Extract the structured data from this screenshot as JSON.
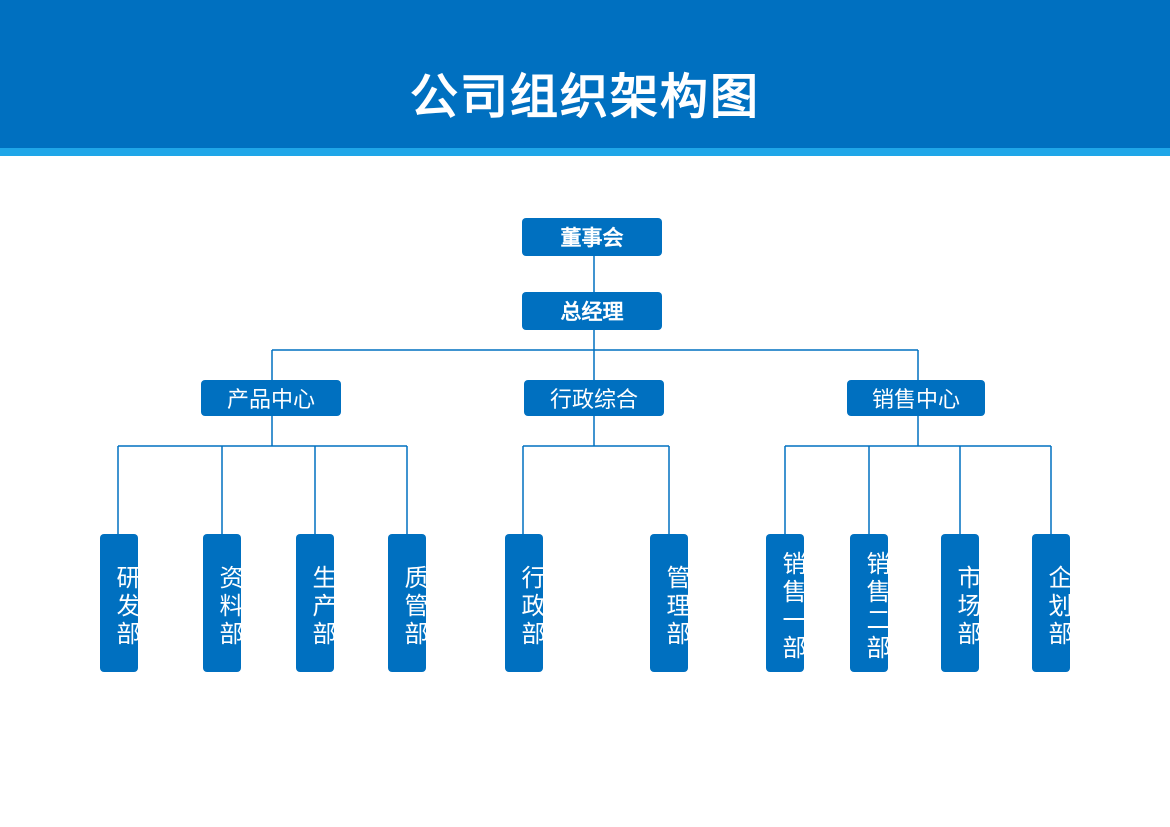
{
  "title": "公司组织架构图",
  "colors": {
    "primary": "#0070C0",
    "accent_stripe": "#1FA6E8",
    "line": "#0070C0"
  },
  "org": {
    "board": "董事会",
    "gm": "总经理",
    "centers": [
      {
        "name": "产品中心",
        "departments": [
          "研发部",
          "资料部",
          "生产部",
          "质管部"
        ]
      },
      {
        "name": "行政综合",
        "departments": [
          "行政部",
          "管理部"
        ]
      },
      {
        "name": "销售中心",
        "departments": [
          "销售一部",
          "销售二部",
          "市场部",
          "企划部"
        ]
      }
    ]
  }
}
